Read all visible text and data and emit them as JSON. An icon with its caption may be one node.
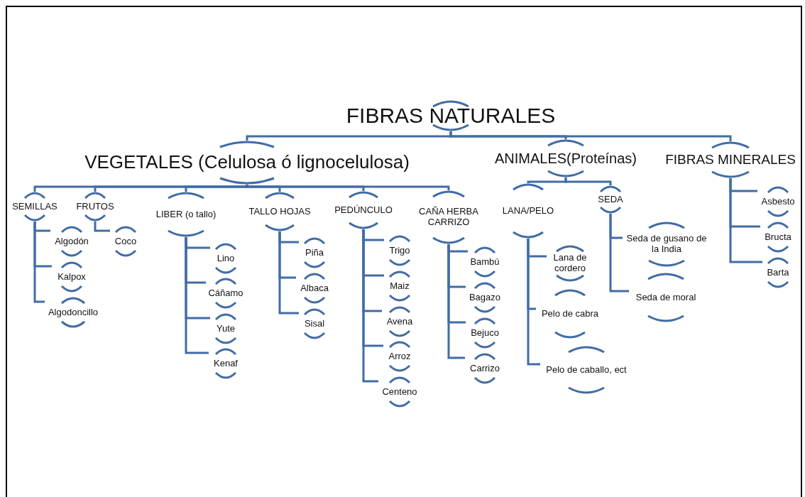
{
  "diagram": {
    "nodes": [
      {
        "text": [
          "FIBRAS NATURALES"
        ]
      },
      {
        "text": [
          "VEGETALES (Celulosa ó lignocelulosa)"
        ]
      },
      {
        "text": [
          "ANIMALES(Proteínas)"
        ]
      },
      {
        "text": [
          "FIBRAS MINERALES"
        ]
      },
      {
        "text": [
          "SEMILLAS"
        ]
      },
      {
        "text": [
          "Algodón"
        ]
      },
      {
        "text": [
          "Kalpox"
        ]
      },
      {
        "text": [
          "Algodoncillo"
        ]
      },
      {
        "text": [
          "FRUTOS"
        ]
      },
      {
        "text": [
          "Coco"
        ]
      },
      {
        "text": [
          "LIBER (o tallo)"
        ]
      },
      {
        "text": [
          "Lino"
        ]
      },
      {
        "text": [
          "Cáñamo"
        ]
      },
      {
        "text": [
          "Yute"
        ]
      },
      {
        "text": [
          "Kenaf"
        ]
      },
      {
        "text": [
          "TALLO HOJAS"
        ]
      },
      {
        "text": [
          "Piña"
        ]
      },
      {
        "text": [
          "Albaca"
        ]
      },
      {
        "text": [
          "Sisal"
        ]
      },
      {
        "text": [
          "PEDÚNCULO"
        ]
      },
      {
        "text": [
          "Trigo"
        ]
      },
      {
        "text": [
          "Maiz"
        ]
      },
      {
        "text": [
          "Avena"
        ]
      },
      {
        "text": [
          "Arroz"
        ]
      },
      {
        "text": [
          "Centeno"
        ]
      },
      {
        "text": [
          "CAÑA HERBA CARRIZO"
        ]
      },
      {
        "text": [
          "Bambú"
        ]
      },
      {
        "text": [
          "Bagazo"
        ]
      },
      {
        "text": [
          "Bejuco"
        ]
      },
      {
        "text": [
          "Carrizo"
        ]
      },
      {
        "text": [
          "LANA/PELO"
        ]
      },
      {
        "text": [
          "Lana de cordero"
        ]
      },
      {
        "text": [
          "Pelo de cabra"
        ]
      },
      {
        "text": [
          "Pelo de caballo, ect"
        ]
      },
      {
        "text": [
          "SEDA"
        ]
      },
      {
        "text": [
          "Seda de gusano de la India"
        ]
      },
      {
        "text": [
          "Seda de moral"
        ]
      },
      {
        "text": [
          "Asbesto"
        ]
      },
      {
        "text": [
          "Bructa"
        ]
      },
      {
        "text": [
          "Barta"
        ]
      }
    ],
    "edges": [
      {
        "from": 0,
        "to": 1,
        "arrow": "none"
      },
      {
        "from": 0,
        "to": 2,
        "arrow": "none"
      },
      {
        "from": 0,
        "to": 3,
        "arrow": "none"
      },
      {
        "from": 1,
        "to": 4,
        "arrow": "none"
      },
      {
        "from": 1,
        "to": 8,
        "arrow": "none"
      },
      {
        "from": 1,
        "to": 10,
        "arrow": "none"
      },
      {
        "from": 1,
        "to": 15,
        "arrow": "none"
      },
      {
        "from": 1,
        "to": 19,
        "arrow": "none"
      },
      {
        "from": 1,
        "to": 25,
        "arrow": "none"
      },
      {
        "from": 2,
        "to": 30,
        "arrow": "none"
      },
      {
        "from": 2,
        "to": 34,
        "arrow": "none"
      },
      {
        "from": 3,
        "to": 37,
        "arrow": "none"
      },
      {
        "from": 3,
        "to": 38,
        "arrow": "none"
      },
      {
        "from": 3,
        "to": 39,
        "arrow": "none"
      },
      {
        "from": 4,
        "to": 5,
        "arrow": "none"
      },
      {
        "from": 4,
        "to": 6,
        "arrow": "none"
      },
      {
        "from": 4,
        "to": 7,
        "arrow": "none"
      },
      {
        "from": 8,
        "to": 9,
        "arrow": "none"
      },
      {
        "from": 10,
        "to": 11,
        "arrow": "none"
      },
      {
        "from": 10,
        "to": 12,
        "arrow": "none"
      },
      {
        "from": 10,
        "to": 13,
        "arrow": "none"
      },
      {
        "from": 10,
        "to": 14,
        "arrow": "none"
      },
      {
        "from": 15,
        "to": 16,
        "arrow": "none"
      },
      {
        "from": 15,
        "to": 17,
        "arrow": "none"
      },
      {
        "from": 15,
        "to": 18,
        "arrow": "none"
      },
      {
        "from": 19,
        "to": 20,
        "arrow": "none"
      },
      {
        "from": 19,
        "to": 21,
        "arrow": "none"
      },
      {
        "from": 19,
        "to": 22,
        "arrow": "none"
      },
      {
        "from": 19,
        "to": 23,
        "arrow": "none"
      },
      {
        "from": 19,
        "to": 24,
        "arrow": "none"
      },
      {
        "from": 25,
        "to": 26,
        "arrow": "none"
      },
      {
        "from": 25,
        "to": 27,
        "arrow": "none"
      },
      {
        "from": 25,
        "to": 28,
        "arrow": "none"
      },
      {
        "from": 25,
        "to": 29,
        "arrow": "none"
      },
      {
        "from": 30,
        "to": 31,
        "arrow": "none"
      },
      {
        "from": 30,
        "to": 32,
        "arrow": "none"
      },
      {
        "from": 30,
        "to": 33,
        "arrow": "none"
      },
      {
        "from": 34,
        "to": 35,
        "arrow": "none"
      },
      {
        "from": 34,
        "to": 36,
        "arrow": "none"
      }
    ]
  }
}
